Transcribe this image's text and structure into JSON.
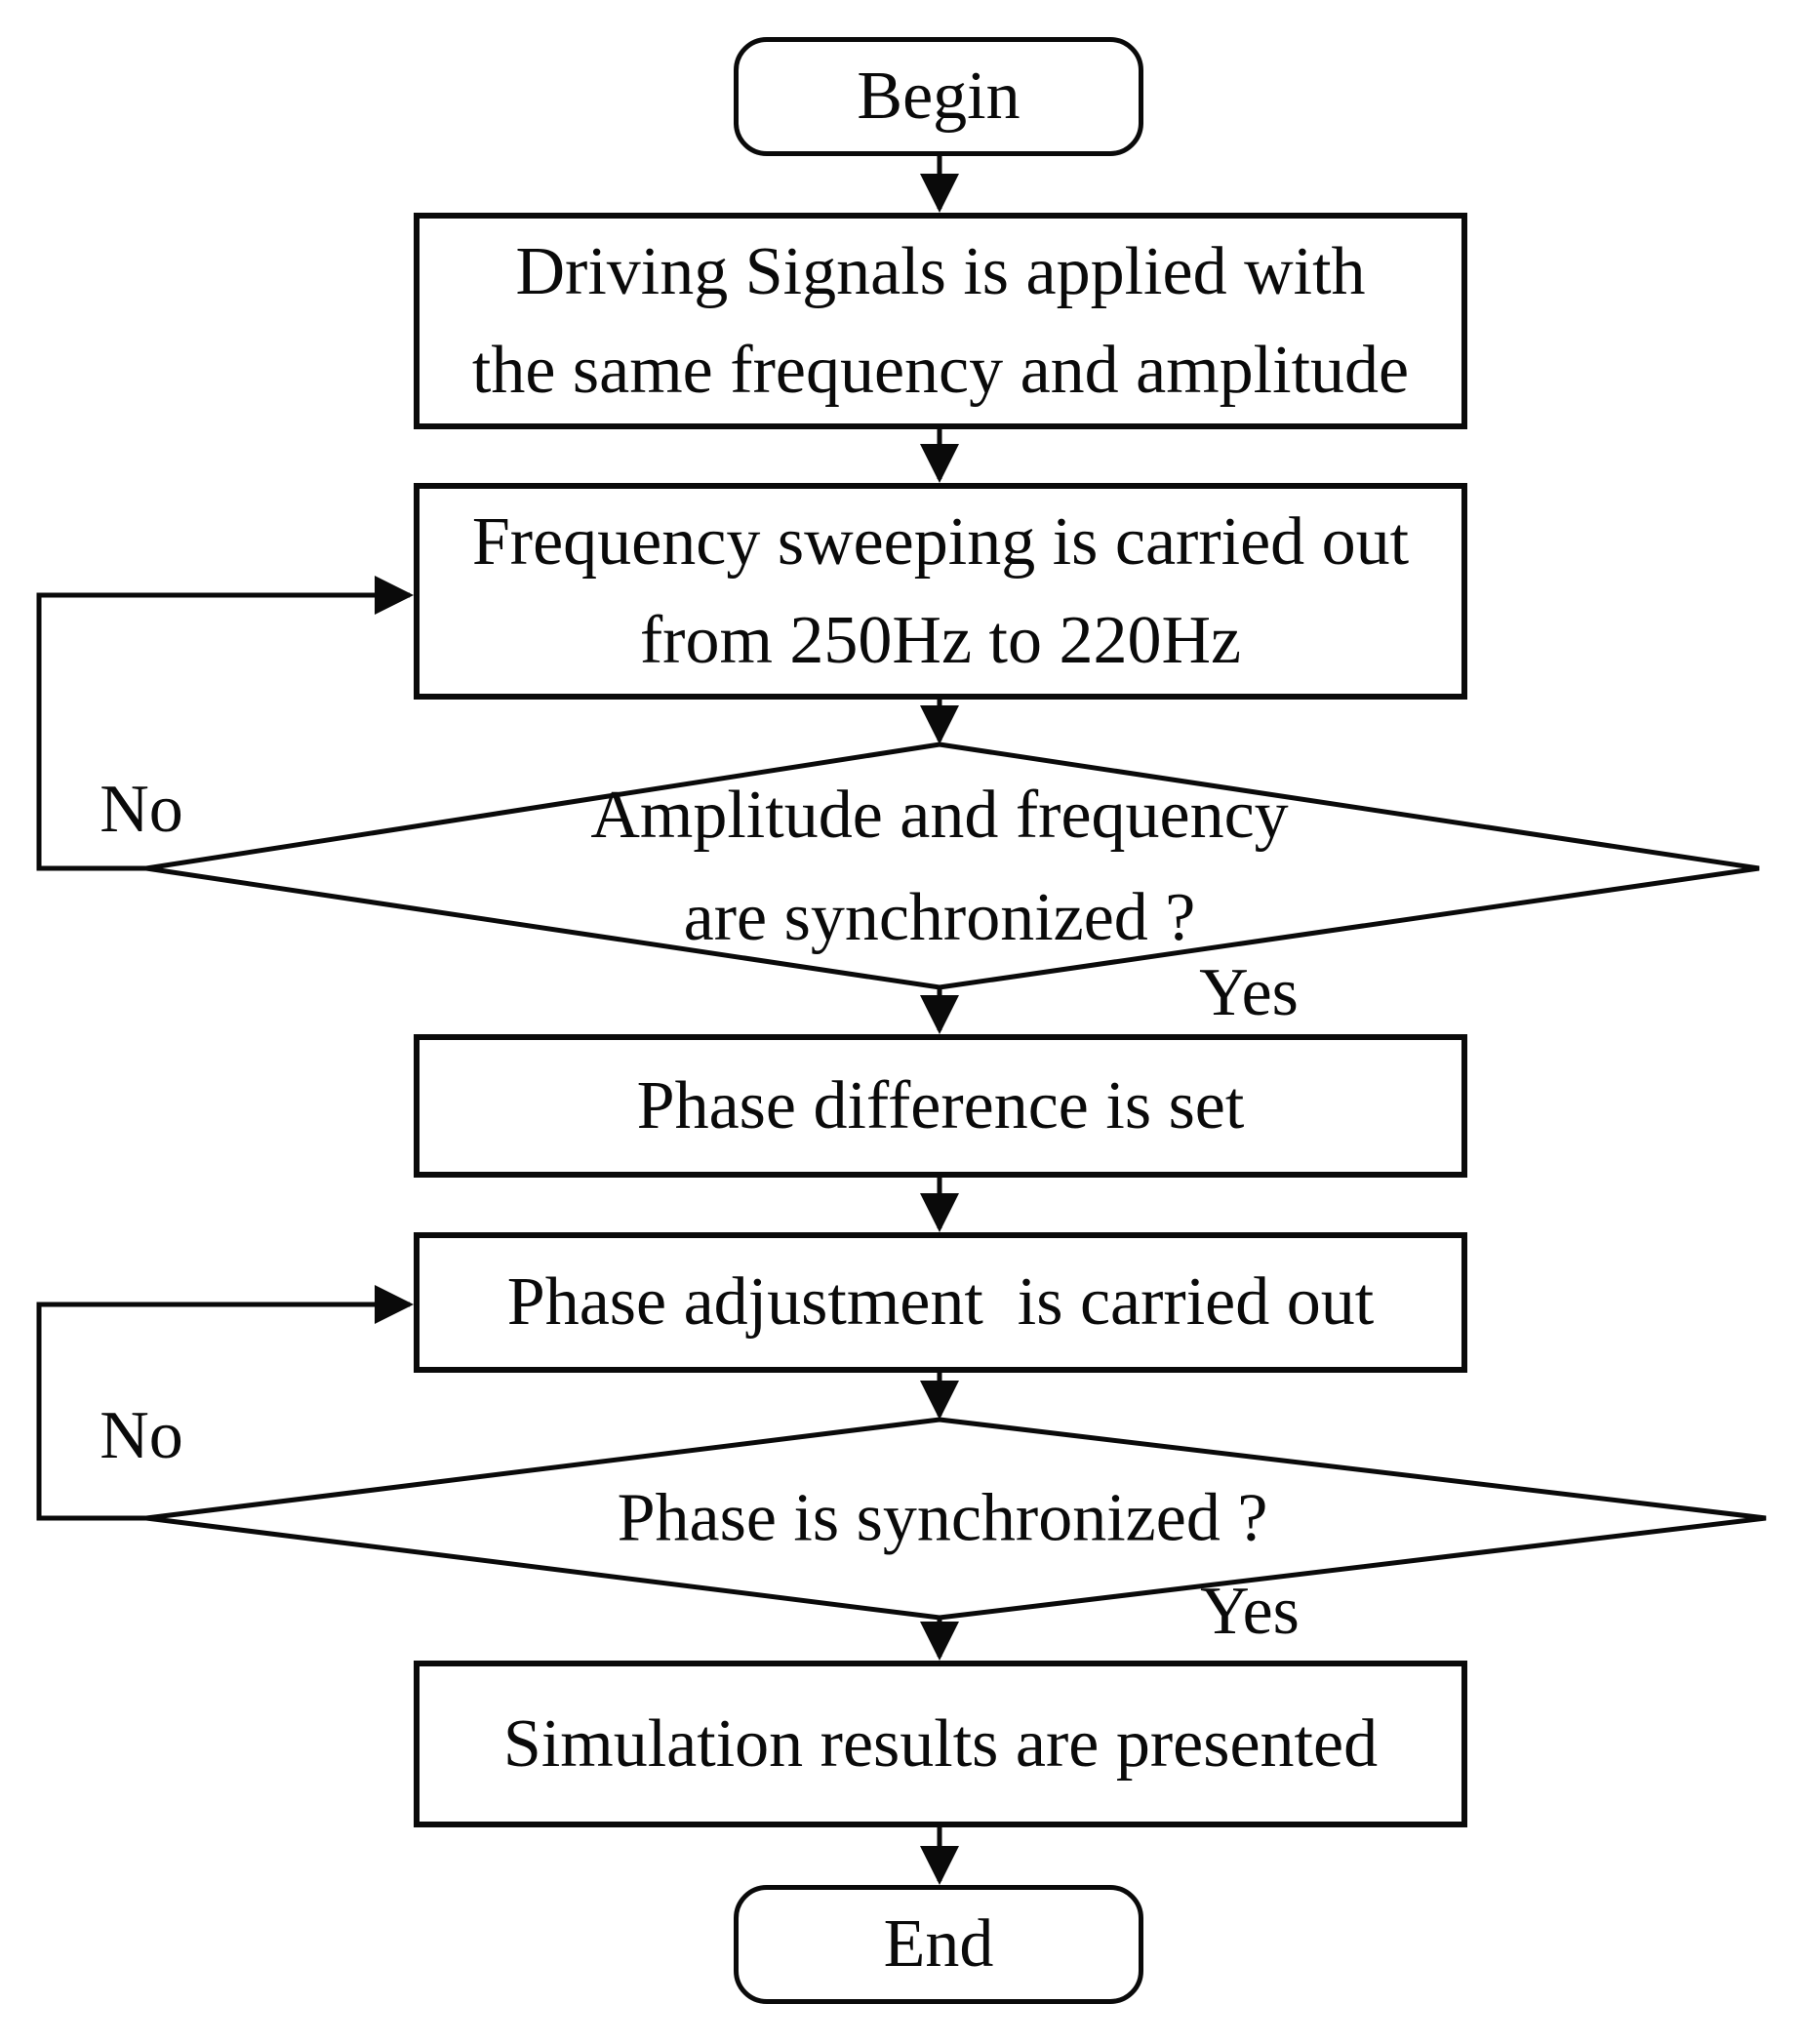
{
  "page": {
    "background": "#ffffff",
    "ink": "#0a0a0a"
  },
  "flowchart": {
    "begin": "Begin",
    "driving_signals": "Driving Signals is applied with\nthe same frequency and amplitude",
    "frequency_sweep": "Frequency sweeping is carried out\nfrom 250Hz to 220Hz",
    "decision_amplitude": "Amplitude and frequency\nare synchronized ?",
    "phase_difference": "Phase difference is set",
    "phase_adjustment": "Phase adjustment  is carried out",
    "decision_phase": "Phase is synchronized ?",
    "simulation_results": "Simulation results are presented",
    "end": "End",
    "labels": {
      "no1": "No",
      "yes1": "Yes",
      "no2": "No",
      "yes2": "Yes"
    }
  }
}
